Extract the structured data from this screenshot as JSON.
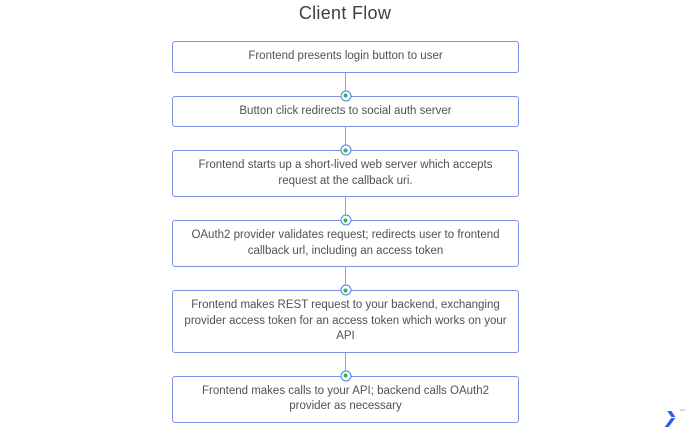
{
  "title": "Client Flow",
  "steps": [
    "Frontend presents login button to user",
    "Button click redirects to social auth server",
    "Frontend starts up a short-lived web server which accepts request at the callback uri.",
    "OAuth2 provider validates request; redirects user to frontend callback url, including an access token",
    "Frontend makes REST request to your backend, exchanging provider access token for an access token which works on your API",
    "Frontend makes calls to your API; backend calls OAuth2 provider as necessary"
  ],
  "logo": {
    "trademark": "™"
  },
  "colors": {
    "box_border": "#7d92e6",
    "connector_line": "#8a9ceb",
    "circle_ring": "#4f7ceb",
    "circle_dot": "#1fba5a",
    "text": "#4e5256",
    "title_text": "#3c4043",
    "logo_blue": "#2b5be0"
  }
}
